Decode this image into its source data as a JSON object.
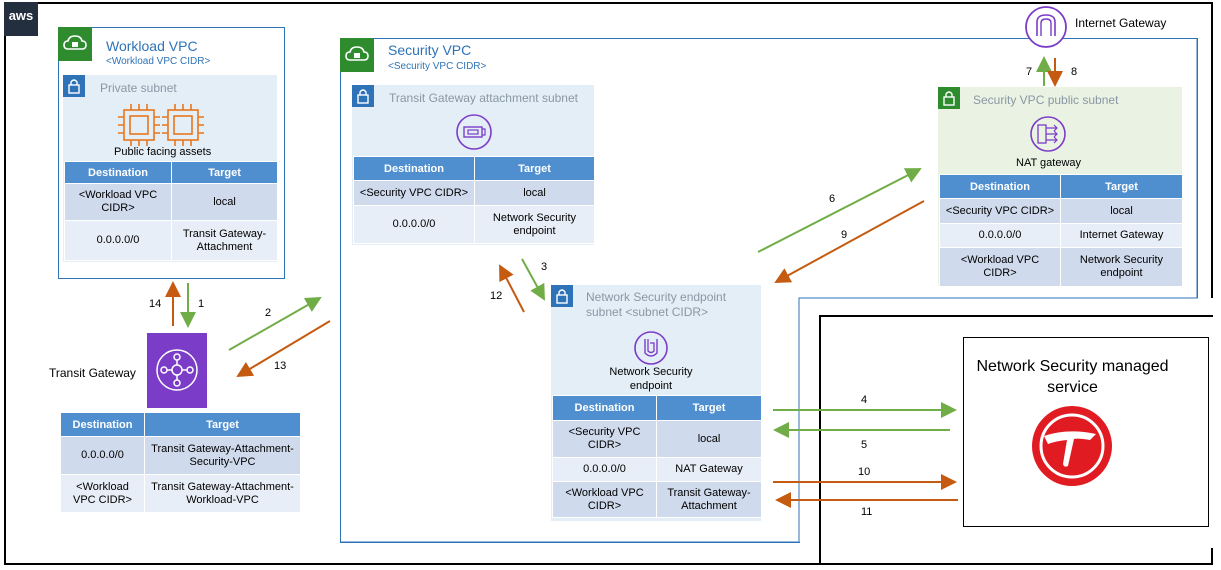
{
  "aws_badge": "aws",
  "workload_vpc": {
    "title": "Workload  VPC",
    "cidr": "<Workload VPC CIDR>",
    "subnet_title": "Private subnet",
    "assets_label": "Public facing assets",
    "table": {
      "headers": [
        "Destination",
        "Target"
      ],
      "rows": [
        [
          "<Workload VPC CIDR>",
          "local"
        ],
        [
          "0.0.0.0/0",
          "Transit Gateway-Attachment"
        ]
      ]
    }
  },
  "security_vpc": {
    "title": "Security  VPC",
    "cidr": "<Security VPC CIDR>"
  },
  "tgw_attachment_subnet": {
    "title": "Transit Gateway attachment subnet",
    "table": {
      "headers": [
        "Destination",
        "Target"
      ],
      "rows": [
        [
          "<Security VPC CIDR>",
          "local"
        ],
        [
          "0.0.0.0/0",
          "Network Security endpoint"
        ]
      ]
    }
  },
  "public_subnet": {
    "title": "Security VPC public subnet",
    "nat_label": "NAT gateway",
    "table": {
      "headers": [
        "Destination",
        "Target"
      ],
      "rows": [
        [
          "<Security VPC CIDR>",
          "local"
        ],
        [
          "0.0.0.0/0",
          "Internet Gateway"
        ],
        [
          "<Workload VPC CIDR>",
          "Network Security endpoint"
        ]
      ]
    }
  },
  "endpoint_subnet": {
    "title": "Network Security endpoint subnet <subnet CIDR>",
    "endpoint_label": "Network Security endpoint",
    "table": {
      "headers": [
        "Destination",
        "Target"
      ],
      "rows": [
        [
          "<Security VPC CIDR>",
          "local"
        ],
        [
          "0.0.0.0/0",
          "NAT Gateway"
        ],
        [
          "<Workload VPC CIDR>",
          "Transit Gateway-Attachment"
        ]
      ]
    }
  },
  "internet_gateway": {
    "label": "Internet Gateway"
  },
  "transit_gateway": {
    "label": "Transit Gateway",
    "table": {
      "headers": [
        "Destination",
        "Target"
      ],
      "rows": [
        [
          "0.0.0.0/0",
          "Transit Gateway-Attachment-Security-VPC"
        ],
        [
          "<Workload VPC CIDR>",
          "Transit Gateway-Attachment-Workload-VPC"
        ]
      ]
    }
  },
  "managed_service": {
    "title": "Network Security managed service"
  },
  "flow_numbers": [
    "1",
    "2",
    "3",
    "4",
    "5",
    "6",
    "7",
    "8",
    "9",
    "10",
    "11",
    "12",
    "13",
    "14"
  ],
  "colors": {
    "outbound": "#70AD47",
    "inbound": "#C55A11",
    "vpc_border": "#2E73B8",
    "table_header": "#4F8FD0",
    "tgw": "#7B3CC8"
  }
}
